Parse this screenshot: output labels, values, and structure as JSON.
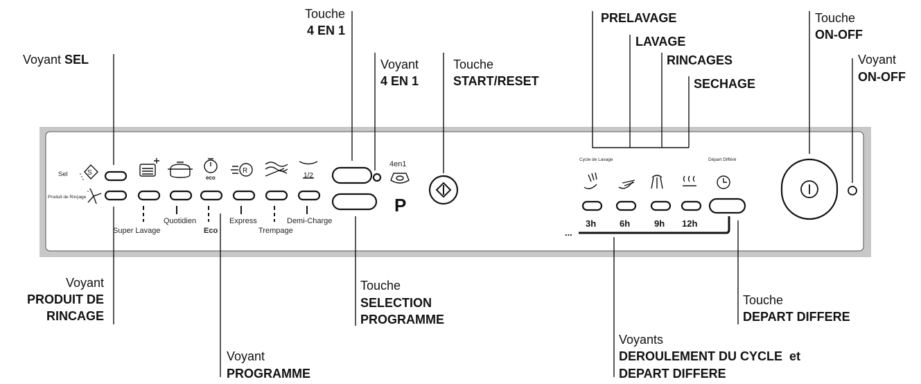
{
  "callouts": {
    "sel": {
      "l1": "Voyant ",
      "l2": "SEL"
    },
    "touche_4en1": {
      "l1": "Touche",
      "l2": "4 EN 1"
    },
    "voyant_4en1": {
      "l1": "Voyant",
      "l2": "4 EN 1"
    },
    "start_reset": {
      "l1": "Touche",
      "l2": "START/RESET"
    },
    "prelavage": "PRELAVAGE",
    "lavage": "LAVAGE",
    "rincages": "RINCAGES",
    "sechage": "SECHAGE",
    "touche_onoff": {
      "l1": "Touche",
      "l2": "ON-OFF"
    },
    "voyant_onoff": {
      "l1": "Voyant",
      "l2": "ON-OFF"
    },
    "produit_rincage": {
      "l1": "Voyant",
      "l2": "PRODUIT DE",
      "l3": "RINCAGE"
    },
    "selection_programme": {
      "l1": "Touche",
      "l2": "SELECTION",
      "l3": "PROGRAMME"
    },
    "voyant_programme": {
      "l1": "Voyant",
      "l2": "PROGRAMME"
    },
    "depart_differe": {
      "l1": "Touche",
      "l2": "DEPART DIFFERE"
    },
    "deroulement": {
      "l1": "Voyants",
      "l2": "DEROULEMENT DU CYCLE  et",
      "l3": "DEPART DIFFERE"
    }
  },
  "panel": {
    "sel_label": "Sel",
    "produit_label": "Produit de Rinçage",
    "programs": {
      "super_lavage": "Super Lavage",
      "quotidien": "Quotidien",
      "eco": "Eco",
      "express": "Express",
      "trempage": "Trempage",
      "demi_charge": "Demi-Charge"
    },
    "eco_icon_text": "eco",
    "half_icon_text": "1/2",
    "four_en_one_label": "4en1",
    "p_label": "P",
    "cycle_label": "Cycle de Lavage",
    "depart_label": "Départ Différé",
    "delays": [
      "3h",
      "6h",
      "9h",
      "12h"
    ],
    "ellipsis": "..."
  }
}
